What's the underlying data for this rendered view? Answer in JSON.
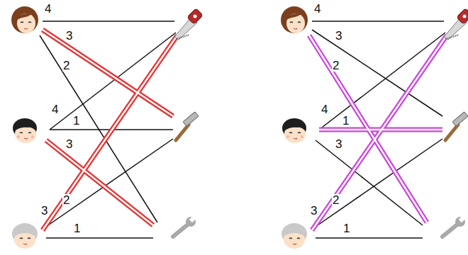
{
  "diagram": {
    "labels": [
      "4",
      "3",
      "2",
      "4",
      "1",
      "3",
      "3",
      "2",
      "1",
      "4",
      "3",
      "2",
      "4",
      "1",
      "3",
      "3",
      "2",
      "1"
    ]
  }
}
